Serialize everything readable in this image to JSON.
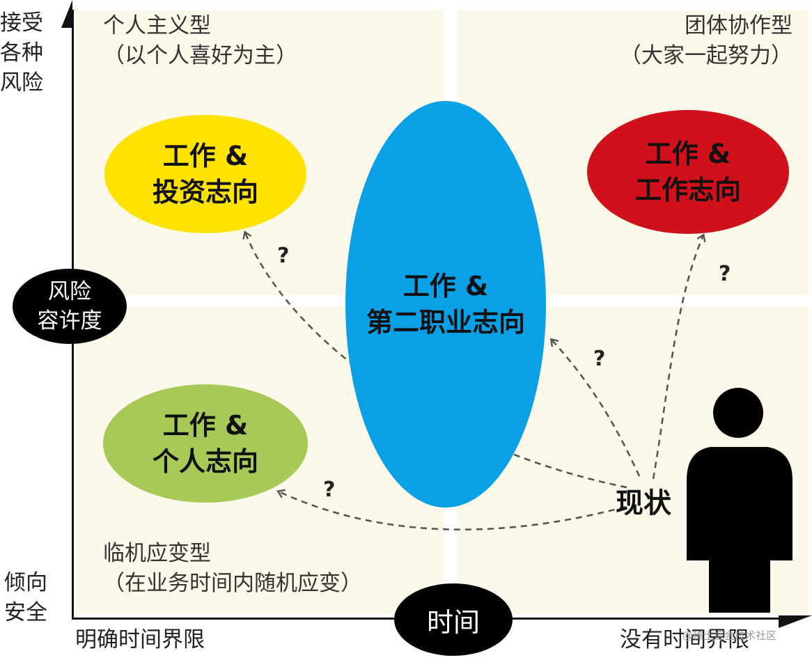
{
  "y_axis": {
    "top_label": "接受\n各种\n风险",
    "bottom_label": "倾向\n安全",
    "badge": "风险\n容许度"
  },
  "x_axis": {
    "left_label": "明确时间界限",
    "right_label": "没有时间界限",
    "badge": "时间"
  },
  "quadrants": {
    "top_left": "个人主义型\n（以个人喜好为主）",
    "top_right": "团体协作型\n（大家一起努力）",
    "bottom_left": "临机应变型\n（在业务时间内随机应变）"
  },
  "ellipses": {
    "investment": "工作 &\n投资志向",
    "work": "工作 &\n工作志向",
    "side_job": "工作 &\n第二职业志向",
    "personal": "工作 &\n个人志向"
  },
  "colors": {
    "investment": "#ffe200",
    "work": "#d0111b",
    "side_job": "#0aa0e6",
    "personal": "#a7c957"
  },
  "current_label": "现状",
  "question_mark": "?",
  "person_icon": "person-silhouette-icon",
  "watermark": "@稀土掘金技术社区"
}
